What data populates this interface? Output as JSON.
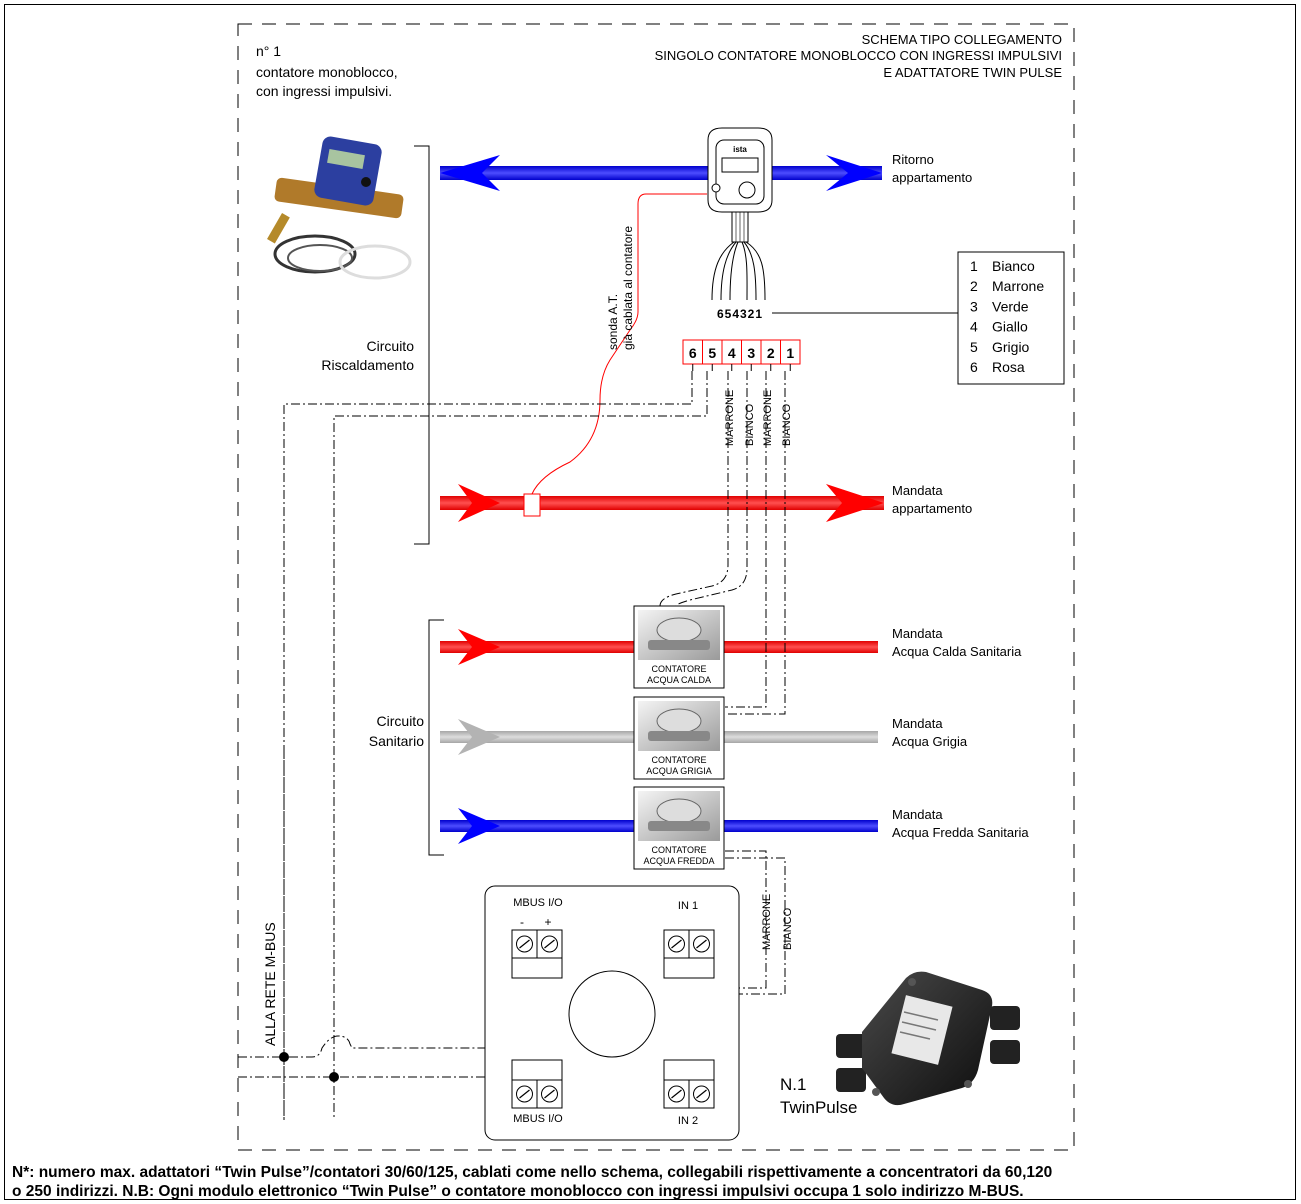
{
  "header": {
    "title_lines": [
      "SCHEMA TIPO COLLEGAMENTO",
      "SINGOLO CONTATORE MONOBLOCCO CON INGRESSI IMPULSIVI",
      "E ADATTATORE TWIN PULSE"
    ],
    "count_label": "n° 1",
    "desc_lines": [
      "contatore monoblocco,",
      "con ingressi impulsivi."
    ]
  },
  "circuits": {
    "heating_lines": [
      "Circuito",
      "Riscaldamento"
    ],
    "sanitary_lines": [
      "Circuito",
      "Sanitario"
    ]
  },
  "pipes": [
    {
      "lines": [
        "Ritorno",
        "appartamento"
      ],
      "color": "#0000ff",
      "dir": "left"
    },
    {
      "lines": [
        "Mandata",
        "appartamento"
      ],
      "color": "#ff0000",
      "dir": "right"
    },
    {
      "lines": [
        "Mandata",
        "Acqua Calda Sanitaria"
      ],
      "color": "#ff0000",
      "dir": "right"
    },
    {
      "lines": [
        "Mandata",
        "Acqua Grigia"
      ],
      "color": "#b3b3b3",
      "dir": "right"
    },
    {
      "lines": [
        "Mandata",
        "Acqua Fredda Sanitaria"
      ],
      "color": "#0000ff",
      "dir": "right"
    }
  ],
  "probe_label_lines": [
    "sonda A.T.",
    "già cablata al contatore"
  ],
  "wire_legend": [
    {
      "num": "1",
      "color": "Bianco"
    },
    {
      "num": "2",
      "color": "Marrone"
    },
    {
      "num": "3",
      "color": "Verde"
    },
    {
      "num": "4",
      "color": "Giallo"
    },
    {
      "num": "5",
      "color": "Grigio"
    },
    {
      "num": "6",
      "color": "Rosa"
    }
  ],
  "wire_numbers": "654321",
  "terminal_block": [
    "6",
    "5",
    "4",
    "3",
    "2",
    "1"
  ],
  "wire_labels_top": [
    "MARRONE",
    "BIANCO",
    "MARRONE",
    "BIANCO"
  ],
  "wire_labels_bottom": [
    "MARRONE",
    "BIANCO"
  ],
  "meters": [
    {
      "line1": "CONTATORE",
      "line2": "ACQUA CALDA"
    },
    {
      "line1": "CONTATORE",
      "line2": "ACQUA GRIGIA"
    },
    {
      "line1": "CONTATORE",
      "line2": "ACQUA FREDDA"
    }
  ],
  "twinpulse": {
    "mbus_top": "MBUS I/O",
    "mbus_bottom": "MBUS I/O",
    "in1": "IN 1",
    "in2": "IN 2",
    "minus": "-",
    "plus": "+",
    "name_lines": [
      "N.1",
      "TwinPulse"
    ]
  },
  "mbus_network_label": "ALLA RETE M-BUS",
  "meter_brand": "ista",
  "footnote_lines": [
    "N*: numero max. adattatori “Twin Pulse”/contatori 30/60/125, cablati come nello schema, collegabili rispettivamente a concentratori da 60,120",
    "o 250 indirizzi. N.B: Ogni modulo elettronico “Twin Pulse” o contatore monoblocco con ingressi impulsivi occupa 1 solo indirizzo M-BUS."
  ],
  "colors": {
    "hot": "#ff0000",
    "cold": "#0000ff",
    "grey": "#b3b3b3"
  }
}
